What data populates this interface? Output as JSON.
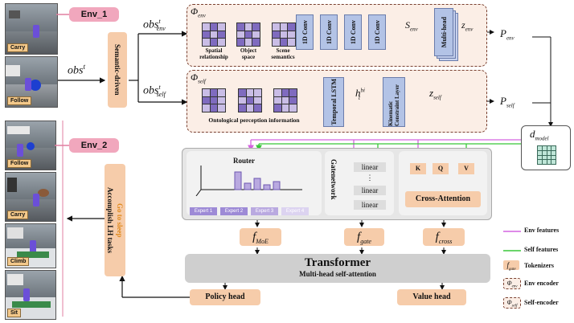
{
  "thumbs": {
    "carry": "Carry",
    "follow": "Follow",
    "follow2": "Follow",
    "carry2": "Carry",
    "climb": "Climb",
    "sit": "Sit"
  },
  "env1": "Env_1",
  "env2": "Env_2",
  "semantic_driven": "Semantic-driven",
  "obs_t": "obs",
  "obs_t_sup": "t",
  "obs_env": "obs",
  "obs_env_sup": "t",
  "obs_env_sub": "env",
  "obs_self": "obs",
  "obs_self_sup": "t",
  "obs_self_sub": "self",
  "phi_env": "Φ",
  "phi_env_sub": "env",
  "phi_self": "Φ",
  "phi_self_sub": "self",
  "env_grids": [
    "Spatial relationship",
    "Object space",
    "Scene semantics"
  ],
  "conv_label": "1D Conv",
  "s_env": "S",
  "s_env_sub": "env",
  "multi_head": "Multi-head",
  "z_env": "z",
  "z_env_sub": "env",
  "p_env": "P",
  "p_env_sub": "env",
  "self_grid_caption": "Ontological perception information",
  "temporal_lstm": "Temporal LSTM",
  "h_bi": "h",
  "h_bi_sup": "bi",
  "h_bi_sub": "t",
  "kinematic": "Kinematic Constraint Layer",
  "z_self": "z",
  "z_self_sub": "self",
  "p_self": "P",
  "p_self_sub": "self",
  "d_model": "d",
  "d_model_sub": "model",
  "router": "Router",
  "experts": [
    "Expert 1",
    "Expert 2",
    "Expert 3",
    "Expert 4"
  ],
  "gatenetwork": "Gatenetwork",
  "linear_items": [
    "linear",
    "⋮",
    "linear",
    "linear"
  ],
  "kqv": [
    "K",
    "Q",
    "V"
  ],
  "cross_attention": "Cross-Attention",
  "f_moe": "f",
  "f_moe_sub": "MoE",
  "f_gate": "f",
  "f_gate_sub": "gate",
  "f_cross": "f",
  "f_cross_sub": "cross",
  "transformer_title": "Transformer",
  "transformer_sub": "Multi-head self-attention",
  "policy_head": "Policy head",
  "value_head": "Value head",
  "accomplish": "Accomplish LH tasks",
  "go_to_sleep": "Go to sleep",
  "legend": {
    "env_features": "Env features",
    "self_features": "Self features",
    "tokenizers": "Tokenizers",
    "tok_sym": "f",
    "tok_sub": "gate",
    "env_encoder": "Env encoder",
    "env_enc_sym": "Φ",
    "env_enc_sub": "env",
    "self_encoder": "Self-encoder",
    "self_enc_sym": "Φ",
    "self_enc_sub": "self"
  },
  "colors": {
    "env_line": "#d463e0",
    "self_line": "#38c738",
    "peach": "#f6ccaa",
    "pink": "#f1a7bd",
    "lavender": "#b3c3e6"
  }
}
